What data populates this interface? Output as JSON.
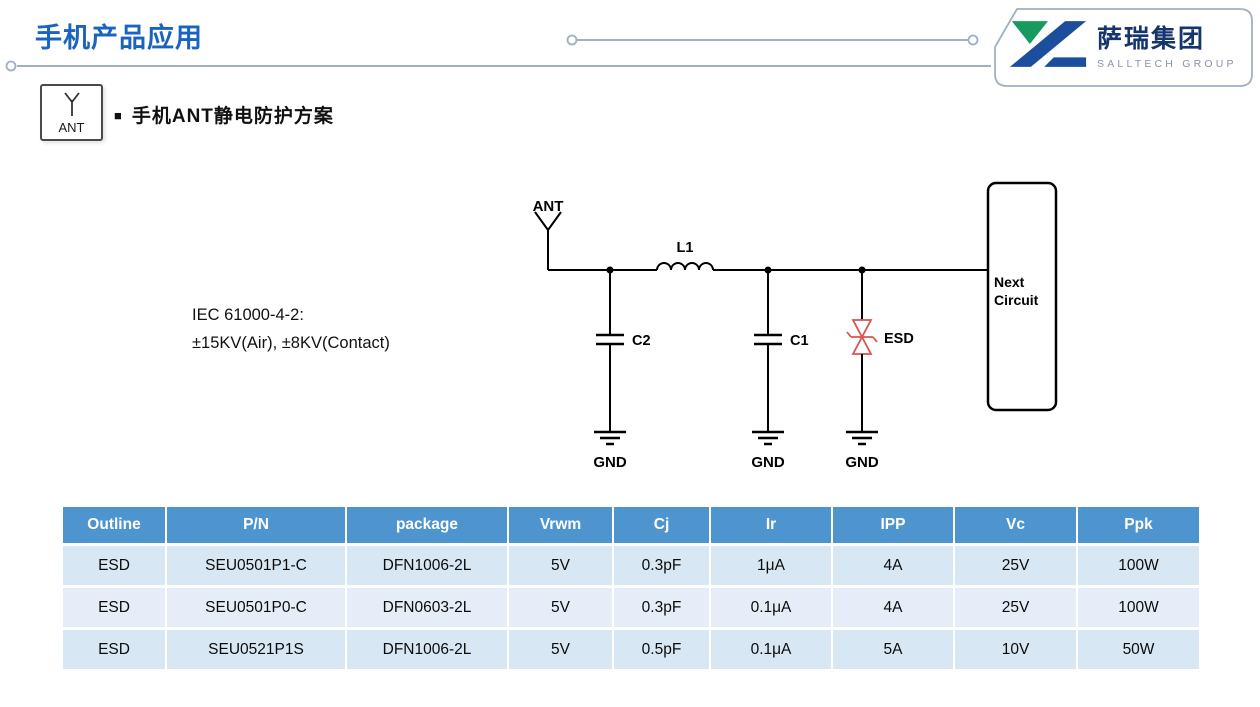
{
  "colors": {
    "title_blue": "#1b63c1",
    "table_header_bg": "#4e95cf",
    "row_band_dark": "#d8e7f4",
    "row_band_light": "#e5eef8",
    "esd_red": "#d9534f",
    "logo_green": "#169a5f",
    "logo_blue": "#1b4f9e",
    "deco_gray": "#9fb0c2"
  },
  "page": {
    "title": "手机产品应用",
    "bullet": "■",
    "section_heading": "手机ANT静电防护方案"
  },
  "logo": {
    "name_cn": "萨瑞集团",
    "name_en": "SALLTECH GROUP"
  },
  "ant_badge": {
    "label": "ANT"
  },
  "circuit": {
    "ant_label": "ANT",
    "inductor_label": "L1",
    "cap2_label": "C2",
    "cap1_label": "C1",
    "esd_label": "ESD",
    "next_box_line1": "Next",
    "next_box_line2": "Circuit",
    "gnd_labels": [
      "GND",
      "GND",
      "GND"
    ],
    "iec_line1": "IEC 61000-4-2:",
    "iec_line2": "±15KV(Air), ±8KV(Contact)"
  },
  "table": {
    "headers": [
      "Outline",
      "P/N",
      "package",
      "Vrwm",
      "Cj",
      "Ir",
      "IPP",
      "Vc",
      "Ppk"
    ],
    "rows": [
      [
        "ESD",
        "SEU0501P1-C",
        "DFN1006-2L",
        "5V",
        "0.3pF",
        "1μA",
        "4A",
        "25V",
        "100W"
      ],
      [
        "ESD",
        "SEU0501P0-C",
        "DFN0603-2L",
        "5V",
        "0.3pF",
        "0.1μA",
        "4A",
        "25V",
        "100W"
      ],
      [
        "ESD",
        "SEU0521P1S",
        "DFN1006-2L",
        "5V",
        "0.5pF",
        "0.1μA",
        "5A",
        "10V",
        "50W"
      ]
    ]
  }
}
